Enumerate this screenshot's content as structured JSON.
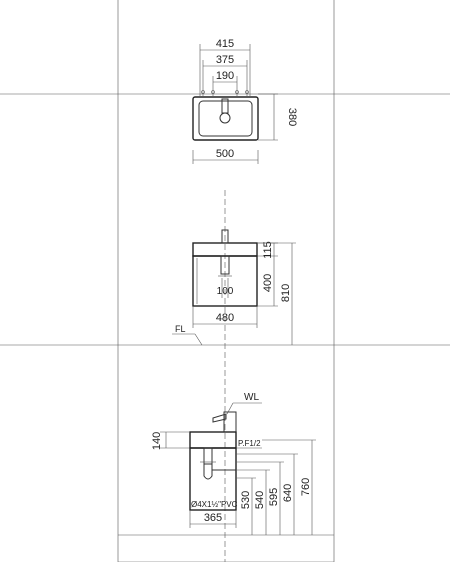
{
  "plan_view": {
    "dims": {
      "overall_415": "415",
      "hole_spacing_375": "375",
      "tap_spacing_190": "190",
      "depth_380": "380",
      "width_500": "500"
    }
  },
  "front_view": {
    "dims": {
      "top_115": "115",
      "cabinet_400": "400",
      "height_810": "810",
      "drain_100": "100",
      "width_480": "480"
    },
    "fl_label": "FL"
  },
  "side_view": {
    "wl_label": "WL",
    "pf_label": "P.F1/2",
    "pipe_label": "Ø4X1½\"PVC",
    "dims": {
      "h140": "140",
      "h530": "530",
      "h540": "540",
      "h595": "595",
      "h640": "640",
      "h760": "760",
      "w365": "365"
    }
  }
}
